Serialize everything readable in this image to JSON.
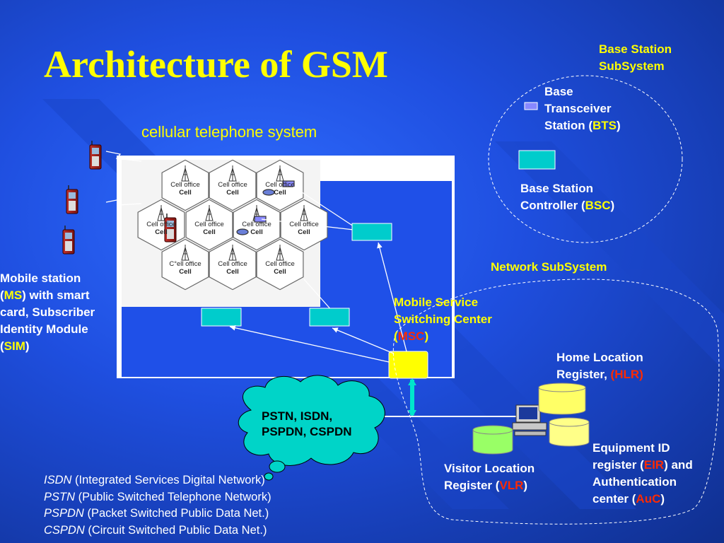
{
  "title": "Architecture of GSM",
  "subtitle": "cellular telephone system",
  "bss": {
    "heading": [
      "Base Station",
      "SubSystem"
    ],
    "bts": {
      "line1": "Base",
      "line2": "Transceiver",
      "line3_pre": "Station (",
      "abbr": "BTS",
      "close": ")"
    },
    "bsc": {
      "line1": "Base  Station",
      "line2_pre": "Controller (",
      "abbr": "BSC",
      "close": ")"
    }
  },
  "nss": {
    "heading": "Network  SubSystem"
  },
  "msc": {
    "line1": "Mobile Service",
    "line2": "Switching Center",
    "open": "(",
    "abbr": "MSC",
    "close": ")"
  },
  "ms": {
    "line1": "Mobile station",
    "line2_open": "(",
    "abbr1": "MS",
    "line2_post": ") with smart",
    "line3": "card, Subscriber",
    "line4": "Identity Module",
    "line5_open": "(",
    "abbr2": "SIM",
    "line5_close": ")"
  },
  "hlr": {
    "line1": "Home Location",
    "line2_pre": "Register, ",
    "abbr": "(HLR)"
  },
  "vlr": {
    "line1": "Visitor Location",
    "line2_pre": "Register (",
    "abbr": "VLR",
    "close": ")"
  },
  "eir": {
    "line1": "Equipment ID",
    "line2_pre": "register (",
    "abbr1": "EIR",
    "line2_post": ") and",
    "line3": "Authentication",
    "line4_pre": "center (",
    "abbr2": "AuC",
    "close": ")"
  },
  "cloud": {
    "line1": "PSTN, ISDN,",
    "line2": "PSPDN, CSPDN"
  },
  "cells": {
    "office_label": "Cell office",
    "cell_label": "Cell",
    "office_label_alt": "C°ell office"
  },
  "legend": [
    {
      "abbr": "ISDN",
      "text": " (Integrated Services Digital Network)"
    },
    {
      "abbr": "PSTN",
      "text": " (Public Switched Telephone Network)"
    },
    {
      "abbr": "PSPDN",
      "text": " (Packet Switched Public Data Net.)"
    },
    {
      "abbr": "CSPDN",
      "text": " (Circuit Switched Public Data Net.)"
    }
  ],
  "colors": {
    "title": "#ffff00",
    "bts_box": "#8888ff",
    "bsc_box": "#00cccc",
    "msc_box": "#ffff00",
    "hlr_db": "#ffff66",
    "vlr_db": "#99ff66",
    "cloud": "#00d4c8",
    "highlight_red": "#ff2a00"
  },
  "icons": [
    "mobile-phone-icon",
    "cell-tower-icon",
    "car-icon",
    "computer-workstation-icon",
    "database-cylinder-icon",
    "cloud-shape"
  ]
}
